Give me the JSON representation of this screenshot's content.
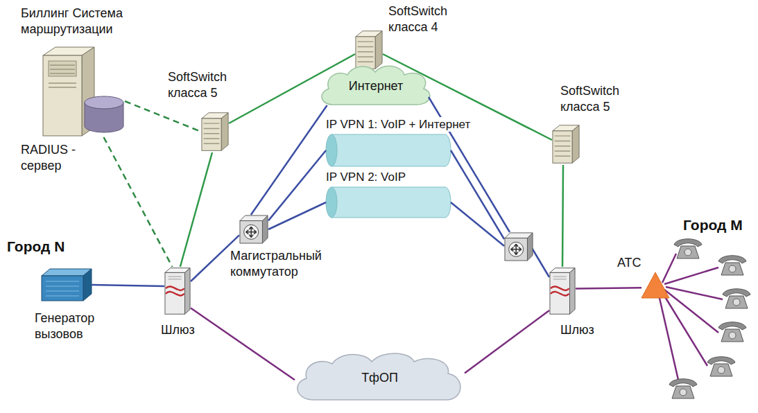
{
  "diagram": {
    "nodes": [
      {
        "text": [
          "Биллинг Система маршрутизации",
          "RADIUS - сервер"
        ]
      },
      {
        "text": [
          "SoftSwitch класса 5"
        ]
      },
      {
        "text": [
          "SoftSwitch класса 4"
        ]
      },
      {
        "text": [
          "SoftSwitch класса 5"
        ]
      },
      {
        "text": [
          "Интернет"
        ]
      },
      {
        "text": [
          "IP VPN 1: VoIP + Интернет"
        ]
      },
      {
        "text": [
          "IP VPN 2: VoIP"
        ]
      },
      {
        "text": [
          "Магистральный коммутатор"
        ]
      },
      {
        "text": [
          "Шлюз"
        ]
      },
      {
        "text": [
          "Шлюз"
        ]
      },
      {
        "text": [
          "Генератор вызовов"
        ]
      },
      {
        "text": [
          "ТфОП"
        ]
      },
      {
        "text": [
          "АТС"
        ]
      }
    ],
    "edges": [
      {
        "from": 0,
        "to": 1,
        "arrow": "none"
      },
      {
        "from": 0,
        "to": 8,
        "arrow": "none"
      },
      {
        "from": 1,
        "to": 2,
        "arrow": "none"
      },
      {
        "from": 2,
        "to": 3,
        "arrow": "none"
      },
      {
        "from": 1,
        "to": 8,
        "arrow": "none"
      },
      {
        "from": 3,
        "to": 9,
        "arrow": "none"
      },
      {
        "from": 7,
        "to": 4,
        "arrow": "none"
      },
      {
        "from": 7,
        "to": 5,
        "arrow": "none"
      },
      {
        "from": 7,
        "to": 6,
        "arrow": "none"
      },
      {
        "from": 8,
        "to": 7,
        "arrow": "none"
      },
      {
        "from": 10,
        "to": 8,
        "arrow": "none"
      },
      {
        "from": 8,
        "to": 11,
        "arrow": "none"
      },
      {
        "from": 11,
        "to": 9,
        "arrow": "none"
      },
      {
        "from": 9,
        "to": 12,
        "arrow": "none"
      }
    ],
    "labels": [
      "Город N",
      "Город M"
    ]
  }
}
